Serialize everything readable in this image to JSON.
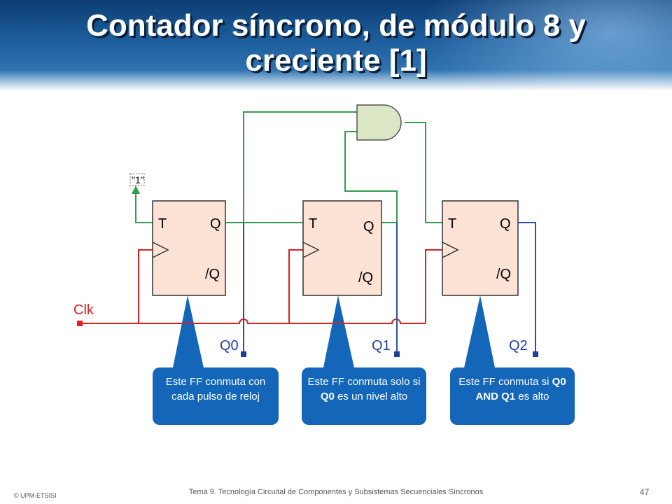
{
  "title": {
    "line1": "Contador síncrono, de módulo 8 y",
    "line2": "creciente [1]"
  },
  "diagram": {
    "constant_label": "\"1\"",
    "clock_label": "Clk",
    "flipflops": [
      {
        "t_label": "T",
        "q_label": "Q",
        "qn_label": "/Q"
      },
      {
        "t_label": "T",
        "q_label": "Q",
        "qn_label": "/Q"
      },
      {
        "t_label": "T",
        "q_label": "Q",
        "qn_label": "/Q"
      }
    ],
    "outputs": [
      "Q0",
      "Q1",
      "Q2"
    ],
    "colors": {
      "ff_fill": "#fde3d5",
      "and_fill": "#dbe6c4",
      "green_wire": "#2e9e4f",
      "red_wire": "#e02020",
      "blue_wire": "#2b4fa6",
      "callout": "#1466b8"
    }
  },
  "callouts": [
    {
      "parts": [
        "Este FF conmuta con cada pulso de reloj"
      ]
    },
    {
      "parts": [
        "Este FF conmuta solo  si ",
        "Q0",
        " es un nivel alto"
      ]
    },
    {
      "parts": [
        "Este FF conmuta si ",
        "Q0 AND Q1",
        " es alto"
      ]
    }
  ],
  "footer": {
    "left": "© UPM-ETSISI",
    "center": "Tema 9. Tecnología Circuital de Componentes y Subsistemas Secuenciales Síncronos",
    "page": "47"
  }
}
